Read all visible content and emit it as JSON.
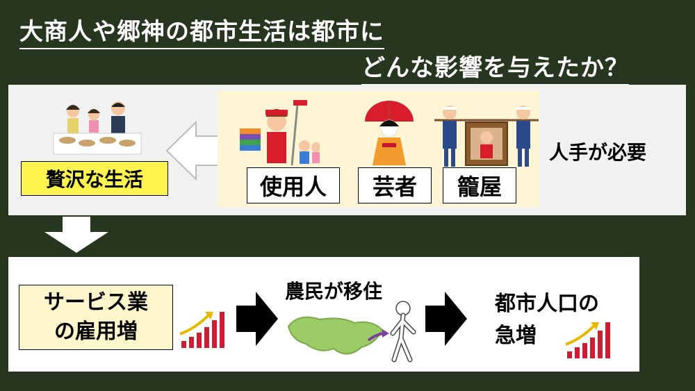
{
  "title": {
    "line1": "大商人や郷神の都市生活は都市に",
    "line2": "どんな影響を与えたか？"
  },
  "top_panel": {
    "luxury_label": "贅沢な生活",
    "need_label": "人手が必要",
    "workers": [
      "使用人",
      "芸者",
      "籠屋"
    ]
  },
  "bottom_panel": {
    "service_label_line1": "サービス業",
    "service_label_line2": "の雇用増",
    "migration_label": "農民が移住",
    "result_line1": "都市人口の",
    "result_line2": "急増"
  },
  "colors": {
    "background": "#26361f",
    "luxury_box": "#fff44f",
    "service_box": "#fff7cc",
    "workers_panel": "#fdf5d3",
    "bar_red": "#d01c33",
    "trend_arrow": "#e6b800"
  }
}
